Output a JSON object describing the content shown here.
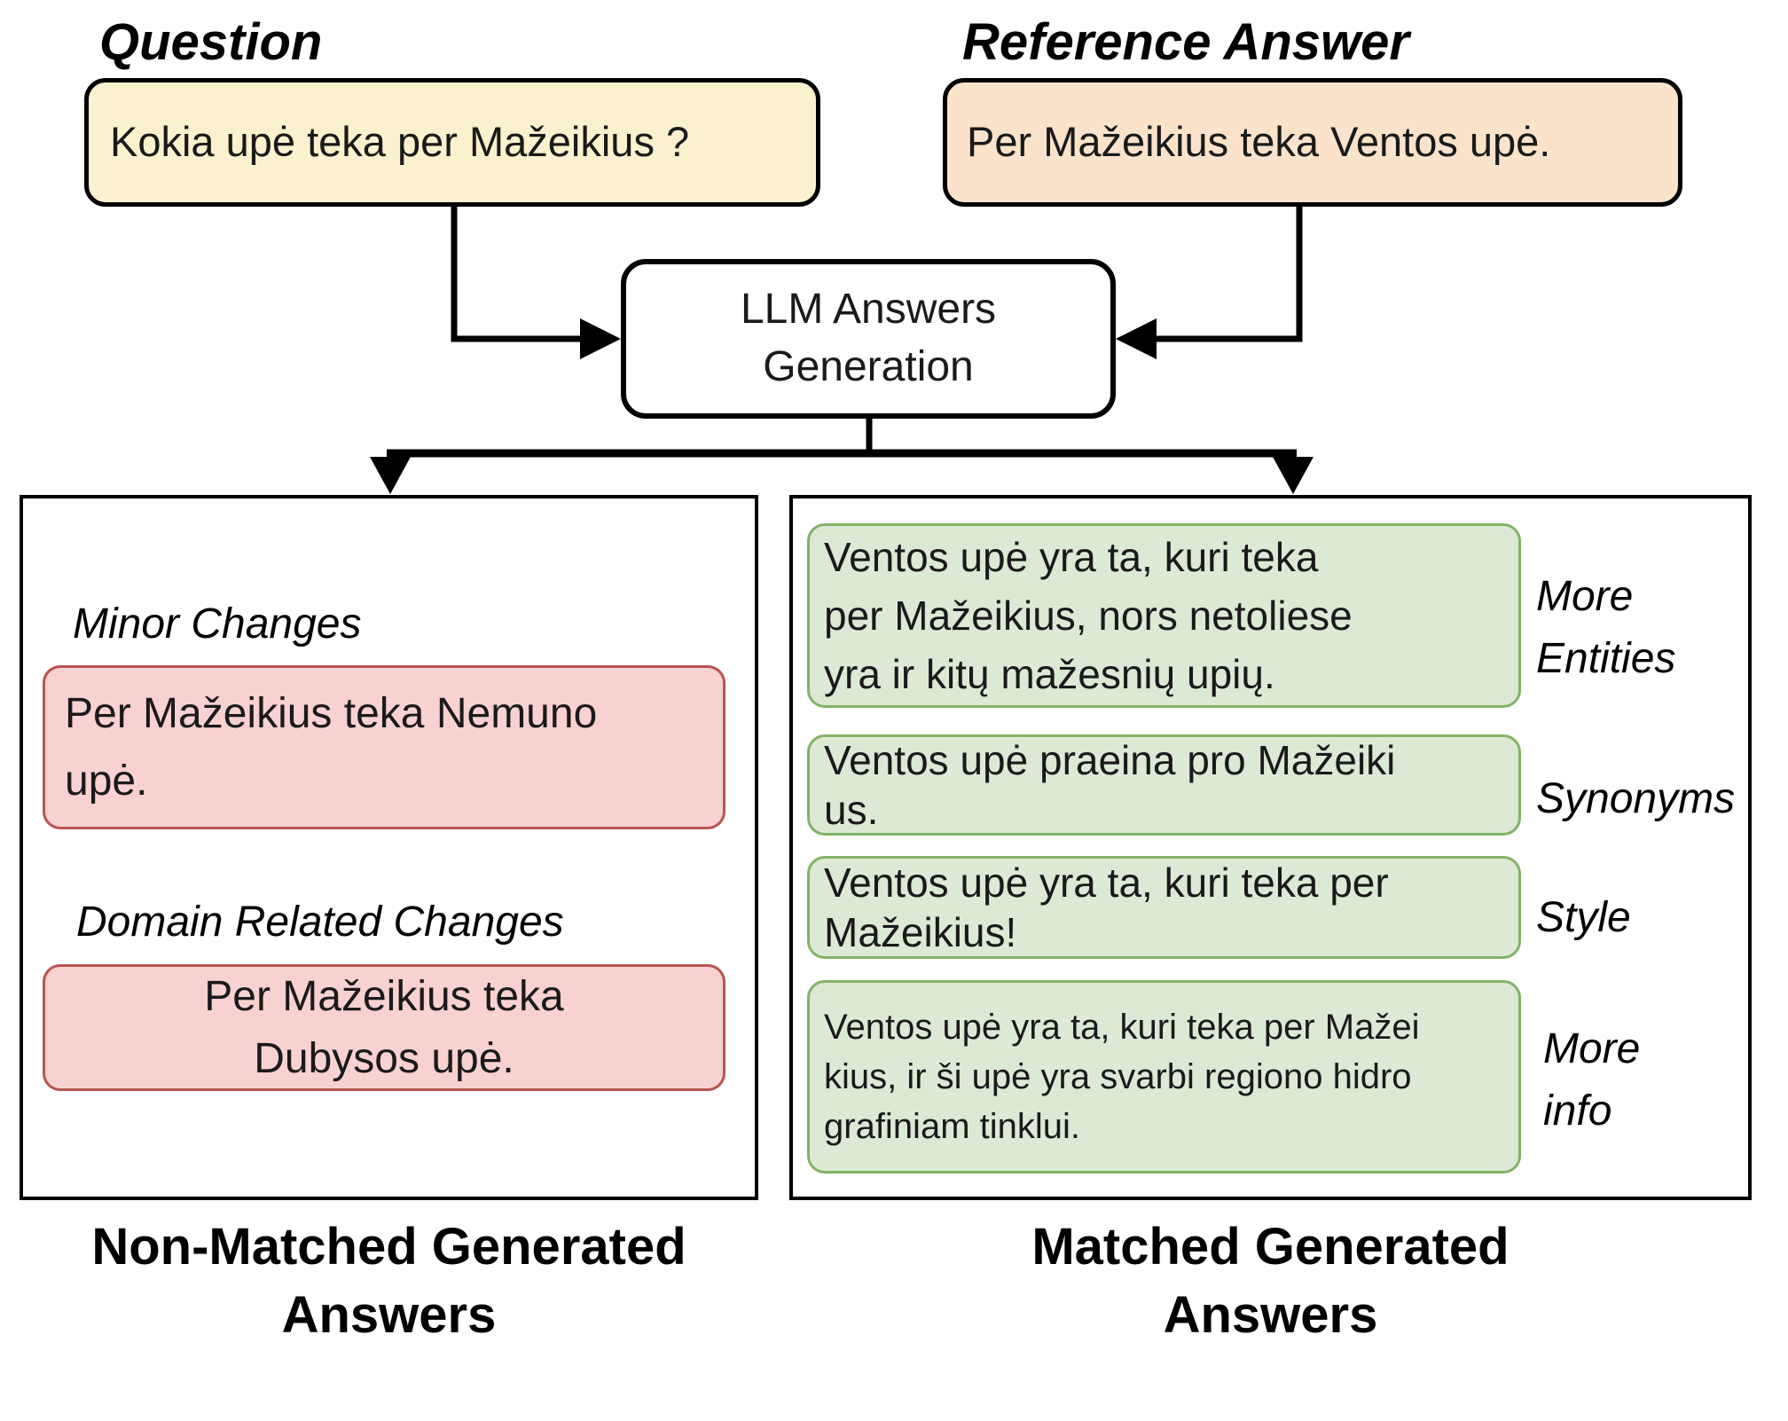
{
  "diagram": {
    "question": {
      "title": "Question",
      "text": "Kokia upė teka per Mažeikius ?"
    },
    "reference": {
      "title": "Reference Answer",
      "text": "Per Mažeikius teka Ventos upė."
    },
    "llm": {
      "label": "LLM Answers\nGeneration"
    },
    "non_matched": {
      "caption": "Non-Matched Generated\nAnswers",
      "groups": [
        {
          "label": "Minor Changes",
          "text": "Per Mažeikius teka Nemuno\nupė."
        },
        {
          "label": "Domain Related Changes",
          "text": "Per Mažeikius teka\nDubysos upė."
        }
      ]
    },
    "matched": {
      "caption": "Matched Generated\nAnswers",
      "answers": [
        {
          "text": "Ventos upė yra ta, kuri teka\nper Mažeikius, nors netoliese\nyra ir kitų mažesnių upių.",
          "tag": "More\nEntities"
        },
        {
          "text": "Ventos upė praeina pro Mažeiki\nus.",
          "tag": "Synonyms"
        },
        {
          "text": "Ventos upė yra ta, kuri teka per\nMažeikius!",
          "tag": "Style"
        },
        {
          "text": "Ventos upė yra ta, kuri teka per Mažei\nkius, ir ši upė yra svarbi regiono hidro\ngrafiniam tinklui.",
          "tag": "More\ninfo"
        }
      ]
    },
    "colors": {
      "question_fill": "#FBF1CE",
      "reference_fill": "#FBE3CB",
      "non_matched_fill": "#F8D2D0",
      "non_matched_border": "#B85450",
      "matched_fill": "#DCEAD5",
      "matched_border": "#82B366",
      "line": "#000000"
    }
  }
}
